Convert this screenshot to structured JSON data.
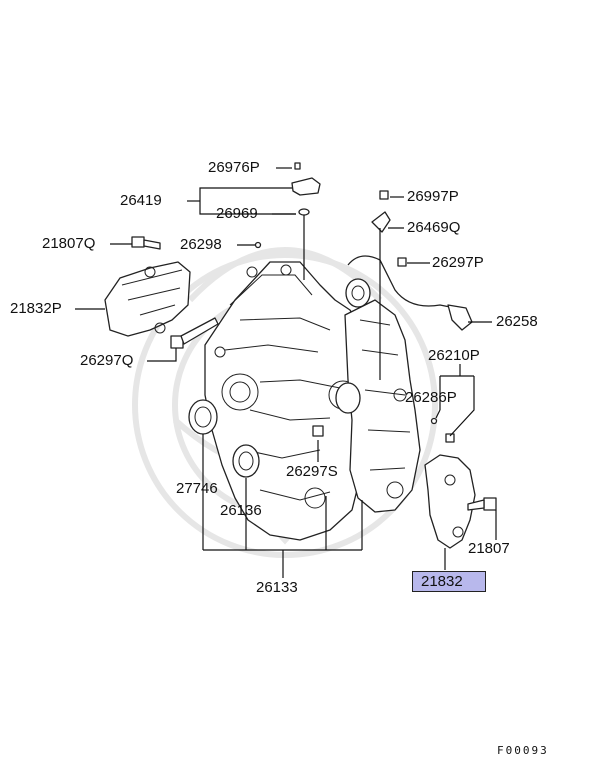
{
  "diagram": {
    "code": "F00093",
    "labels": {
      "p26976P": "26976P",
      "p26419": "26419",
      "p26969": "26969",
      "p21807Q": "21807Q",
      "p26298": "26298",
      "p21832P": "21832P",
      "p26297Q": "26297Q",
      "p26997P": "26997P",
      "p26469Q": "26469Q",
      "p26297P": "26297P",
      "p26258": "26258",
      "p26210P": "26210P",
      "p26286P": "26286P",
      "p27746": "27746",
      "p26136": "26136",
      "p26297S": "26297S",
      "p21807": "21807",
      "p21832": "21832",
      "p26133": "26133"
    },
    "highlight_color": "#b8b8ec"
  }
}
